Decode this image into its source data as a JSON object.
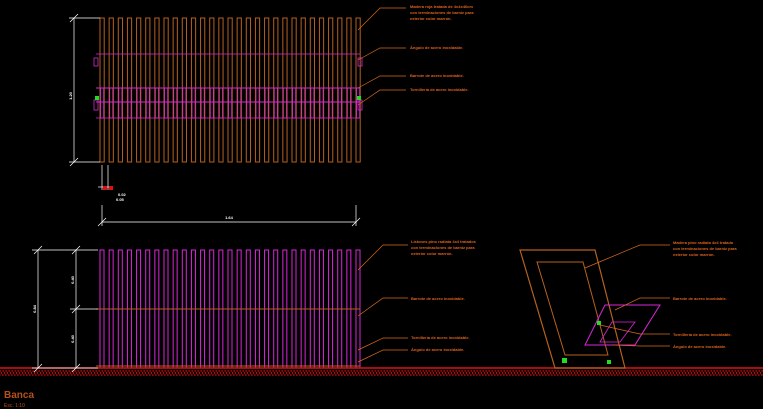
{
  "drawing": {
    "title": "Banca",
    "subtitle": "Esc. 1:10",
    "colors": {
      "wood": "#b5611f",
      "steel": "#d927d9",
      "annotation": "#d96a1c",
      "ground": "#e01010",
      "dimension": "#ffffff",
      "accent": "#22dd22",
      "background": "#000000"
    },
    "plan_view": {
      "notes": [
        "Madera roja tratada de 4x4x46cm con terminaciones de barniz para exterior color marrón.",
        "Ángulo de acero inoxidable.",
        "Barrote de acero inoxidable.",
        "Tornillería de acero inoxidable."
      ],
      "dimensions": {
        "height": "1.20",
        "width": "1.64",
        "gap_a": "0.02",
        "gap_b": "0.05"
      }
    },
    "elevation_view": {
      "notes": [
        "Listones pino radiata 4x4 tratados con terminaciones de barniz para exterior color marrón.",
        "Barrote de acero inoxidable.",
        "Tornillería de acero inoxidable.",
        "Ángulo de acero inoxidable."
      ],
      "dimensions": {
        "total_height": "0.84",
        "upper": "0.40",
        "lower": "0.40"
      }
    },
    "section_view": {
      "notes": [
        "Madera pino radiata 4x4 tratado con terminaciones de barniz para exterior color marrón.",
        "Barrote de acero inoxidable.",
        "Tornillería de acero inoxidable.",
        "Ángulo de acero inoxidable."
      ]
    }
  }
}
